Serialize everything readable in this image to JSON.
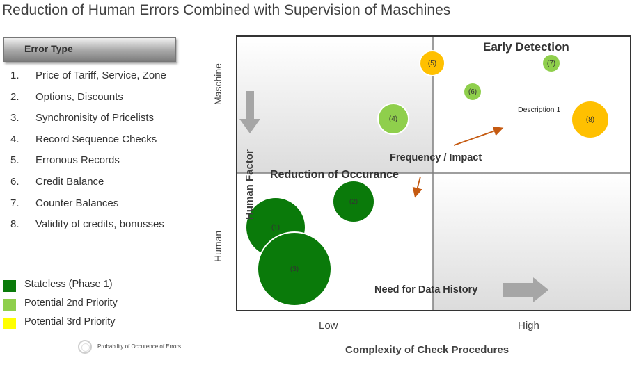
{
  "title": "Reduction of Human Errors Combined with Supervision of Maschines",
  "error_type": {
    "header": "Error Type",
    "items": [
      {
        "num": "1.",
        "label": "Price of Tariff, Service, Zone"
      },
      {
        "num": "2.",
        "label": "Options, Discounts"
      },
      {
        "num": "3.",
        "label": "Synchronisity of Pricelists"
      },
      {
        "num": "4.",
        "label": "Record Sequence Checks"
      },
      {
        "num": "5.",
        "label": "Erronous Records"
      },
      {
        "num": "6.",
        "label": "Credit Balance"
      },
      {
        "num": "7.",
        "label": "Counter Balances"
      },
      {
        "num": "8.",
        "label": "Validity of credits, bonusses"
      }
    ]
  },
  "legend": [
    {
      "label": "Stateless (Phase 1)",
      "color": "#0a7a0a"
    },
    {
      "label": "Potential 2nd Priority",
      "color": "#8fcf4c"
    },
    {
      "label": "Potential 3rd Priority",
      "color": "#ffff00"
    }
  ],
  "probability_legend": "Probability of Occurence of Errors",
  "chart": {
    "x_axis_title": "Complexity of Check Procedures",
    "x_low": "Low",
    "x_high": "High",
    "y_top": "Maschine",
    "y_bottom": "Human",
    "human_factor": "Human Factor",
    "early_detection": "Early Detection",
    "reduction_of_occurance": "Reduction of Occurance",
    "frequency_impact": "Frequency / Impact",
    "need_for_data_history": "Need for Data History",
    "description_1": "Description 1",
    "bubble_colors": {
      "stateless": "#0a7a0a",
      "second": "#8fcf4c",
      "third": "#ffc000"
    },
    "bubbles": [
      {
        "label": "(1)",
        "category": "stateless"
      },
      {
        "label": "(2)",
        "category": "stateless"
      },
      {
        "label": "(3)",
        "category": "stateless"
      },
      {
        "label": "(4)",
        "category": "second"
      },
      {
        "label": "(5)",
        "category": "third"
      },
      {
        "label": "(6)",
        "category": "second"
      },
      {
        "label": "(7)",
        "category": "second"
      },
      {
        "label": "(8)",
        "category": "third"
      }
    ]
  }
}
